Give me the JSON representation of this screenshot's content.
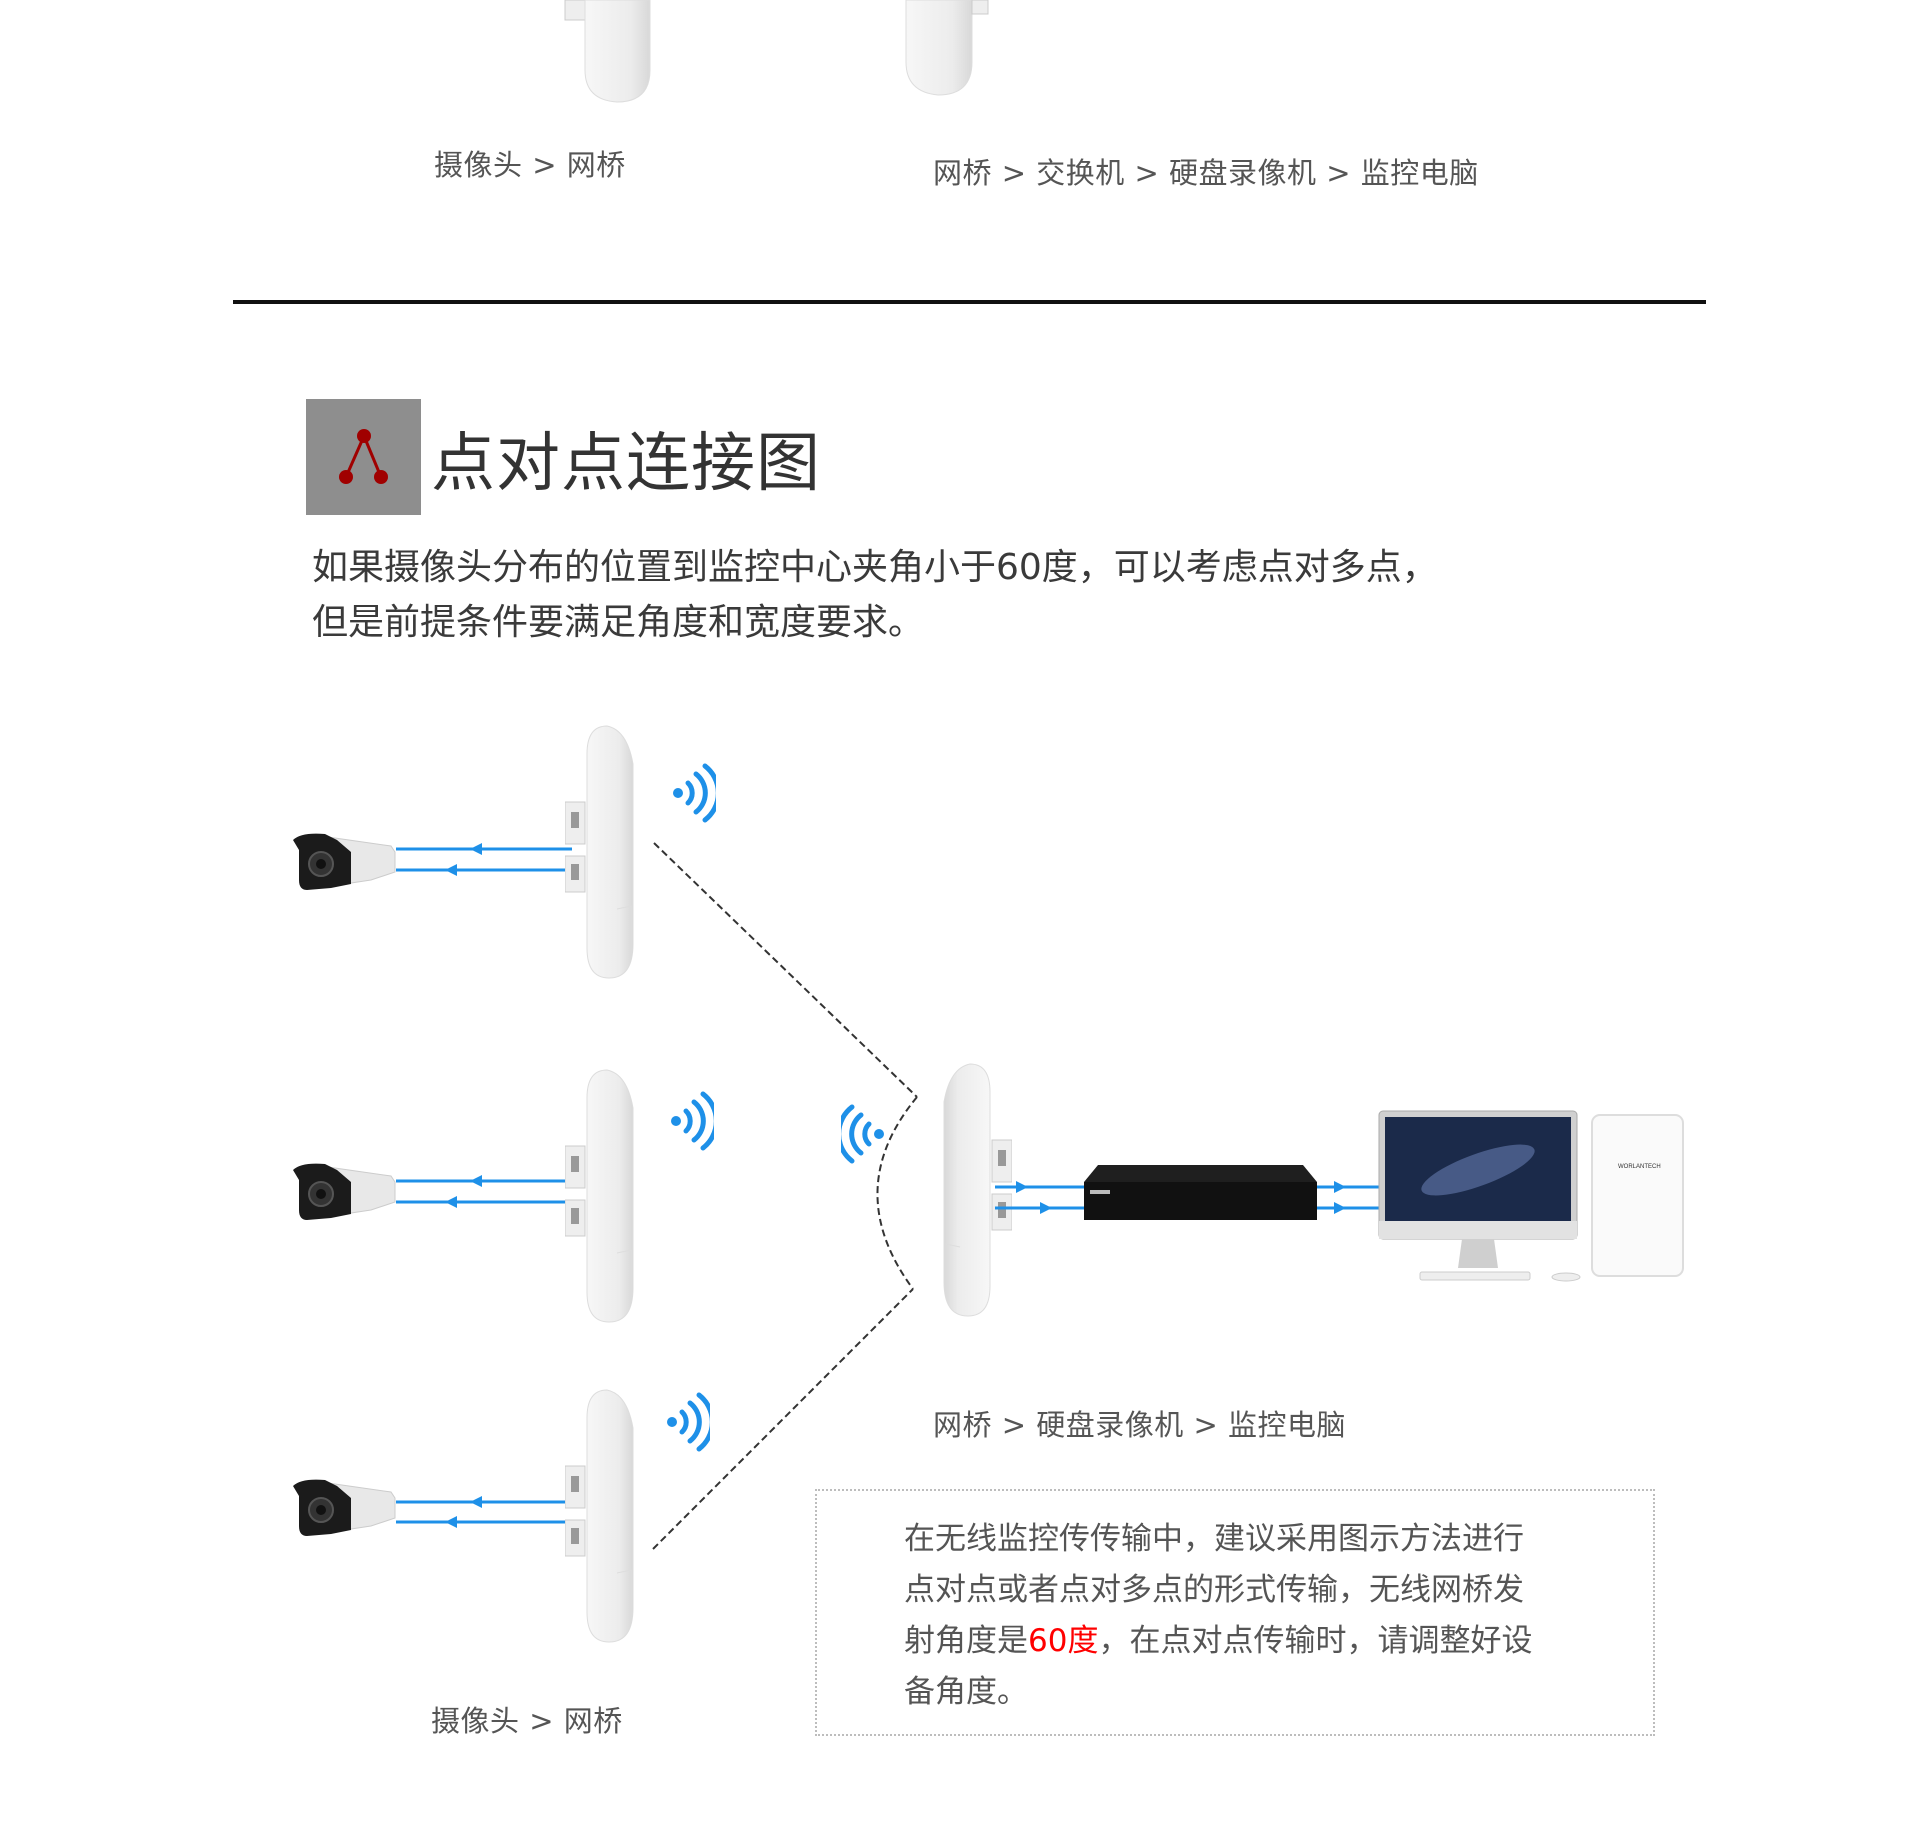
{
  "top_section": {
    "caption_left": "摄像头 > 网桥",
    "caption_right": "网桥 > 交换机 > 硬盘录像机 > 监控电脑"
  },
  "section": {
    "title": "点对点连接图",
    "description_lines": [
      "如果摄像头分布的位置到监控中心夹角小于60度，可以考虑点对多点，",
      "但是前提条件要满足角度和宽度要求。"
    ]
  },
  "diagram": {
    "center_caption": "网桥 > 硬盘录像机 > 监控电脑",
    "bottom_caption": "摄像头 > 网桥",
    "router_brand": "WORLANTECH",
    "link_color": "#1e90e8",
    "icon_color": "#a00000"
  },
  "note": {
    "line1": "在无线监控传传输中，建议采用图示方法进行",
    "line2": "点对点或者点对多点的形式传输，无线网桥发",
    "line3_prefix": "射角度是",
    "line3_highlight": "60度",
    "line3_suffix": "，在点对点传输时，请调整好设",
    "line4": "备角度。",
    "highlight_color": "#ff0000"
  }
}
